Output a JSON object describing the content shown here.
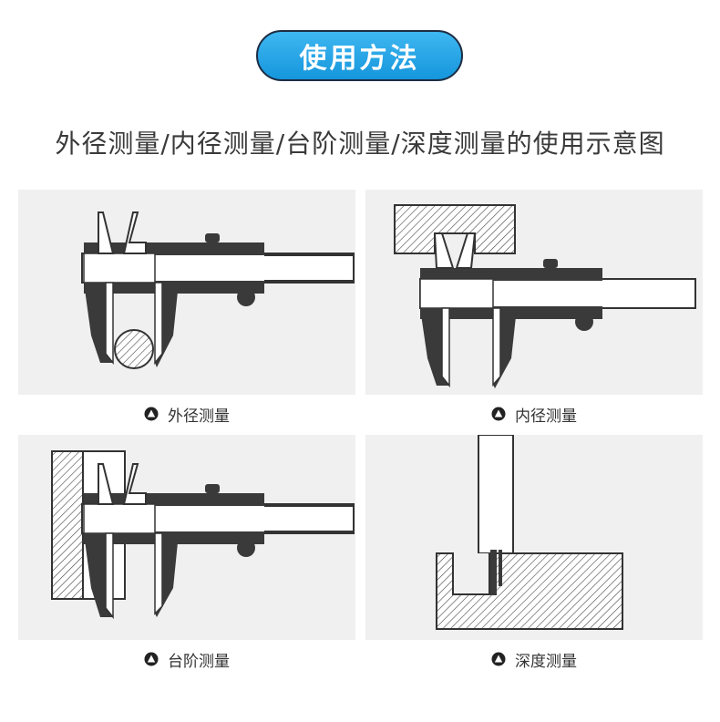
{
  "header": {
    "title": "使用方法"
  },
  "subtitle": "外径测量/内径测量/台阶测量/深度测量的使用示意图",
  "panels": [
    {
      "caption": "外径测量",
      "icon": "triangle-icon"
    },
    {
      "caption": "内径测量",
      "icon": "triangle-icon"
    },
    {
      "caption": "台阶测量",
      "icon": "triangle-icon"
    },
    {
      "caption": "深度测量",
      "icon": "triangle-icon"
    }
  ],
  "colors": {
    "accent": "#1a9be0",
    "caliper_dark": "#3a3a3a",
    "panel_bg": "#f0f0f0"
  }
}
